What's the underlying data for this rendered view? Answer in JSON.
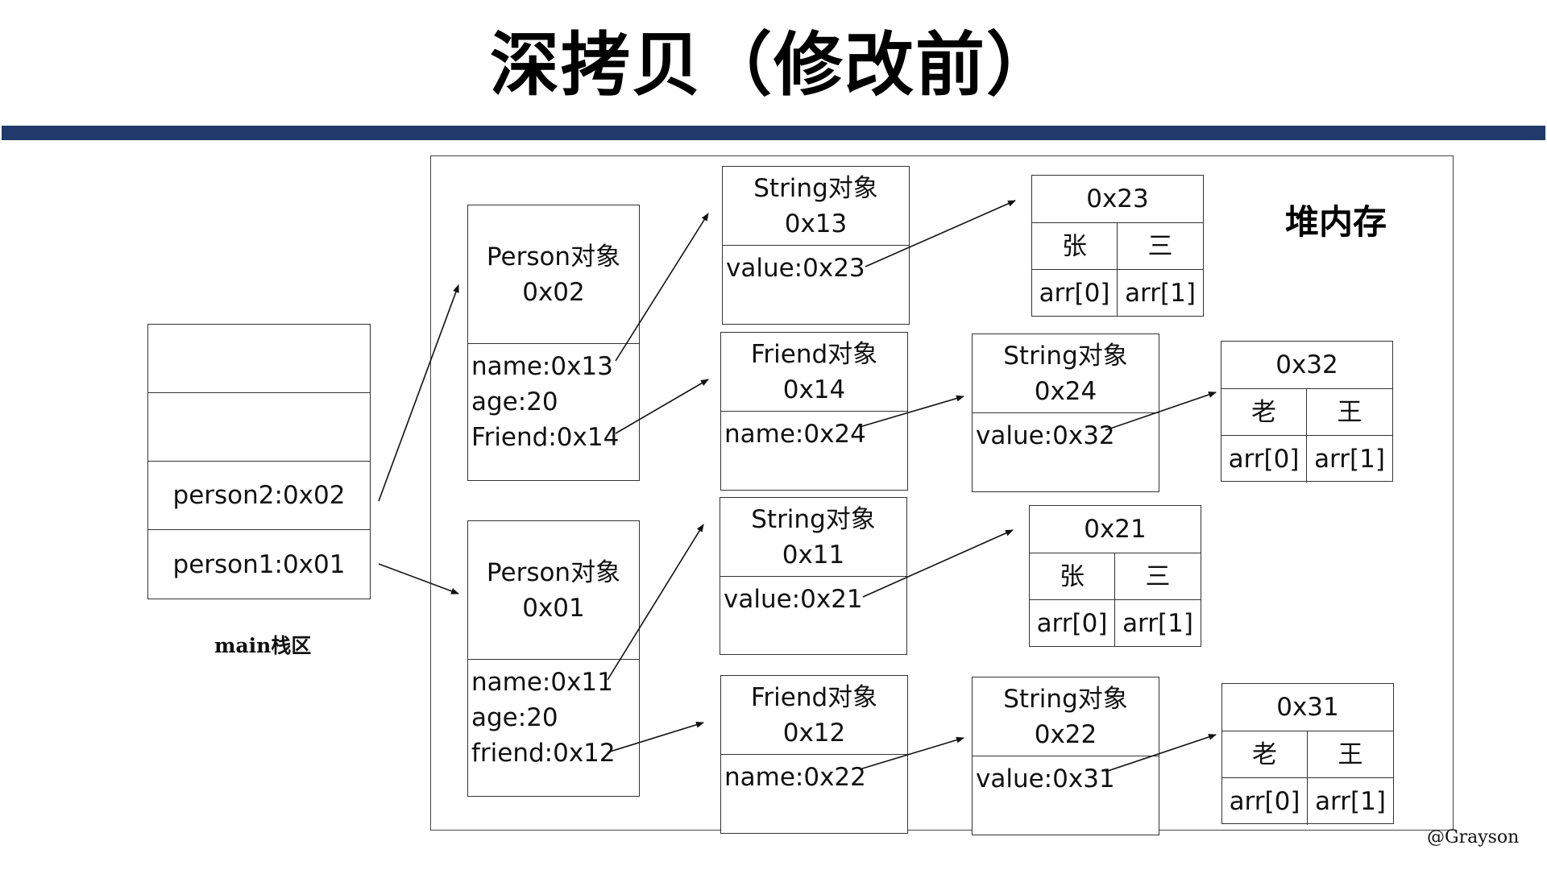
{
  "title": "深拷贝（修改前）",
  "heap_label": "堆内存",
  "stack_label": "main栈区",
  "credit": "@Grayson",
  "stack": {
    "rows": [
      "",
      "",
      "person2:0x02",
      "person1:0x01"
    ]
  },
  "objects": {
    "person02": {
      "head": [
        "Person对象",
        "0x02"
      ],
      "fields": [
        "name:0x13",
        "age:20",
        "Friend:0x14"
      ]
    },
    "person01": {
      "head": [
        "Person对象",
        "0x01"
      ],
      "fields": [
        "name:0x11",
        "age:20",
        "friend:0x12"
      ]
    },
    "string13": {
      "head": [
        "String对象",
        "0x13"
      ],
      "fields": [
        "value:0x23"
      ]
    },
    "friend14": {
      "head": [
        "Friend对象",
        "0x14"
      ],
      "fields": [
        "name:0x24"
      ]
    },
    "string11": {
      "head": [
        "String对象",
        "0x11"
      ],
      "fields": [
        "value:0x21"
      ]
    },
    "friend12": {
      "head": [
        "Friend对象",
        "0x12"
      ],
      "fields": [
        "name:0x22"
      ]
    },
    "string24": {
      "head": [
        "String对象",
        "0x24"
      ],
      "fields": [
        "value:0x32"
      ]
    },
    "string22": {
      "head": [
        "String对象",
        "0x22"
      ],
      "fields": [
        "value:0x31"
      ]
    }
  },
  "arrays": {
    "arr23": {
      "addr": "0x23",
      "values": [
        "张",
        "三"
      ],
      "labels": [
        "arr[0]",
        "arr[1]"
      ]
    },
    "arr21": {
      "addr": "0x21",
      "values": [
        "张",
        "三"
      ],
      "labels": [
        "arr[0]",
        "arr[1]"
      ]
    },
    "arr32": {
      "addr": "0x32",
      "values": [
        "老",
        "王"
      ],
      "labels": [
        "arr[0]",
        "arr[1]"
      ]
    },
    "arr31": {
      "addr": "0x31",
      "values": [
        "老",
        "王"
      ],
      "labels": [
        "arr[0]",
        "arr[1]"
      ]
    }
  }
}
